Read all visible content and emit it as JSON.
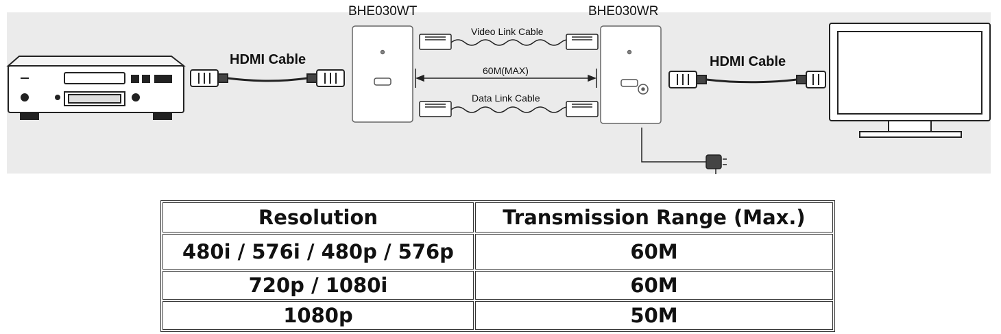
{
  "devices": {
    "transmitter_label": "BHE030WT",
    "receiver_label": "BHE030WR"
  },
  "cables": {
    "hdmi_left": "HDMI Cable",
    "hdmi_right": "HDMI Cable",
    "video_link": "Video Link Cable",
    "data_link": "Data Link Cable",
    "distance": "60M(MAX)"
  },
  "table": {
    "headers": [
      "Resolution",
      "Transmission Range (Max.)"
    ],
    "rows": [
      [
        "480i / 576i / 480p / 576p",
        "60M"
      ],
      [
        "720p / 1080i",
        "60M"
      ],
      [
        "1080p",
        "50M"
      ]
    ]
  }
}
